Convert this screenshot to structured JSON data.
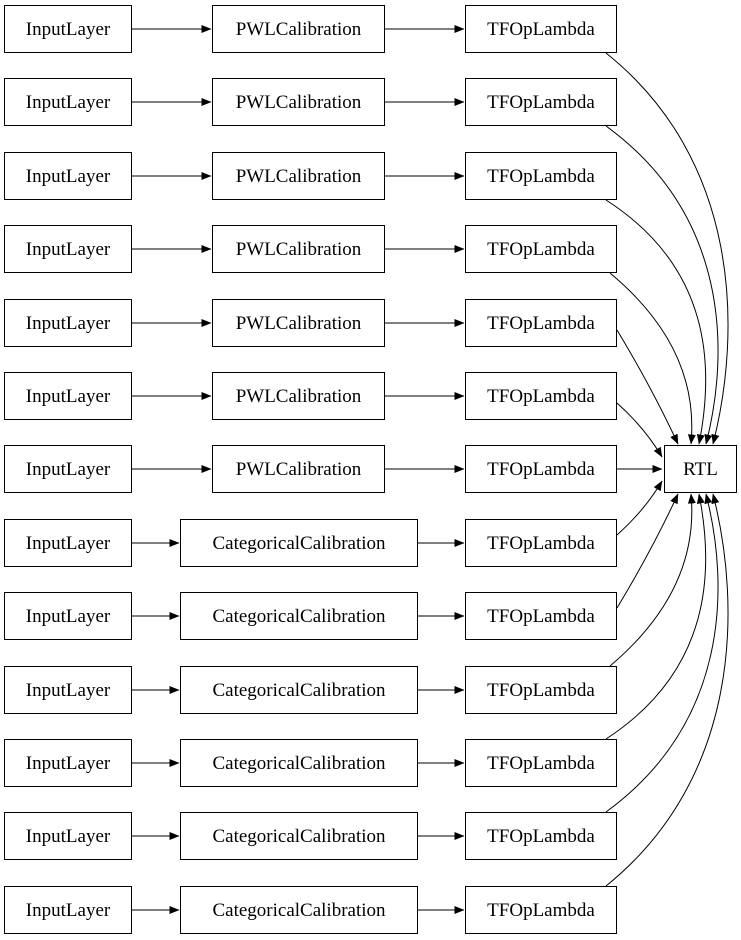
{
  "diagram": {
    "type": "model-graph",
    "rows": [
      {
        "input": "InputLayer",
        "calibration": "PWLCalibration",
        "lambda": "TFOpLambda"
      },
      {
        "input": "InputLayer",
        "calibration": "PWLCalibration",
        "lambda": "TFOpLambda"
      },
      {
        "input": "InputLayer",
        "calibration": "PWLCalibration",
        "lambda": "TFOpLambda"
      },
      {
        "input": "InputLayer",
        "calibration": "PWLCalibration",
        "lambda": "TFOpLambda"
      },
      {
        "input": "InputLayer",
        "calibration": "PWLCalibration",
        "lambda": "TFOpLambda"
      },
      {
        "input": "InputLayer",
        "calibration": "PWLCalibration",
        "lambda": "TFOpLambda"
      },
      {
        "input": "InputLayer",
        "calibration": "PWLCalibration",
        "lambda": "TFOpLambda"
      },
      {
        "input": "InputLayer",
        "calibration": "CategoricalCalibration",
        "lambda": "TFOpLambda"
      },
      {
        "input": "InputLayer",
        "calibration": "CategoricalCalibration",
        "lambda": "TFOpLambda"
      },
      {
        "input": "InputLayer",
        "calibration": "CategoricalCalibration",
        "lambda": "TFOpLambda"
      },
      {
        "input": "InputLayer",
        "calibration": "CategoricalCalibration",
        "lambda": "TFOpLambda"
      },
      {
        "input": "InputLayer",
        "calibration": "CategoricalCalibration",
        "lambda": "TFOpLambda"
      },
      {
        "input": "InputLayer",
        "calibration": "CategoricalCalibration",
        "lambda": "TFOpLambda"
      }
    ],
    "output_label": "RTL",
    "colors": {
      "stroke": "#000000",
      "node_border": "#000000",
      "node_fill": "#ffffff",
      "background": "#ffffff",
      "text": "#000000"
    }
  }
}
